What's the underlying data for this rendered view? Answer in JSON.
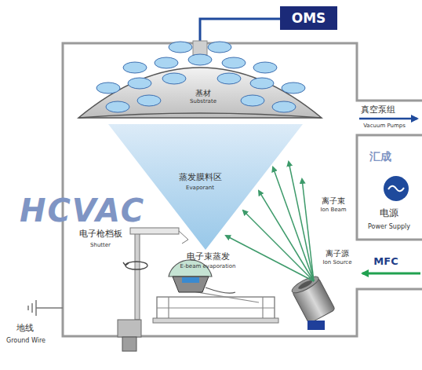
{
  "diagram": {
    "nodes": [
      {
        "text": [
          "OMS"
        ]
      }
    ],
    "labels": [
      "基材",
      "Substrate",
      "真空泵组",
      "Vacuum Pumps",
      "蒸发膜料区",
      "Evaporant",
      "离子束",
      "Ion Beam",
      "电源",
      "Power Supply",
      "MFC",
      "电子枪档板",
      "Shutter",
      "电子束蒸发",
      "E-beam evaporation",
      "离子源",
      "Ion Source",
      "地线",
      "Ground Wire",
      "HCVAC",
      "汇成"
    ]
  }
}
